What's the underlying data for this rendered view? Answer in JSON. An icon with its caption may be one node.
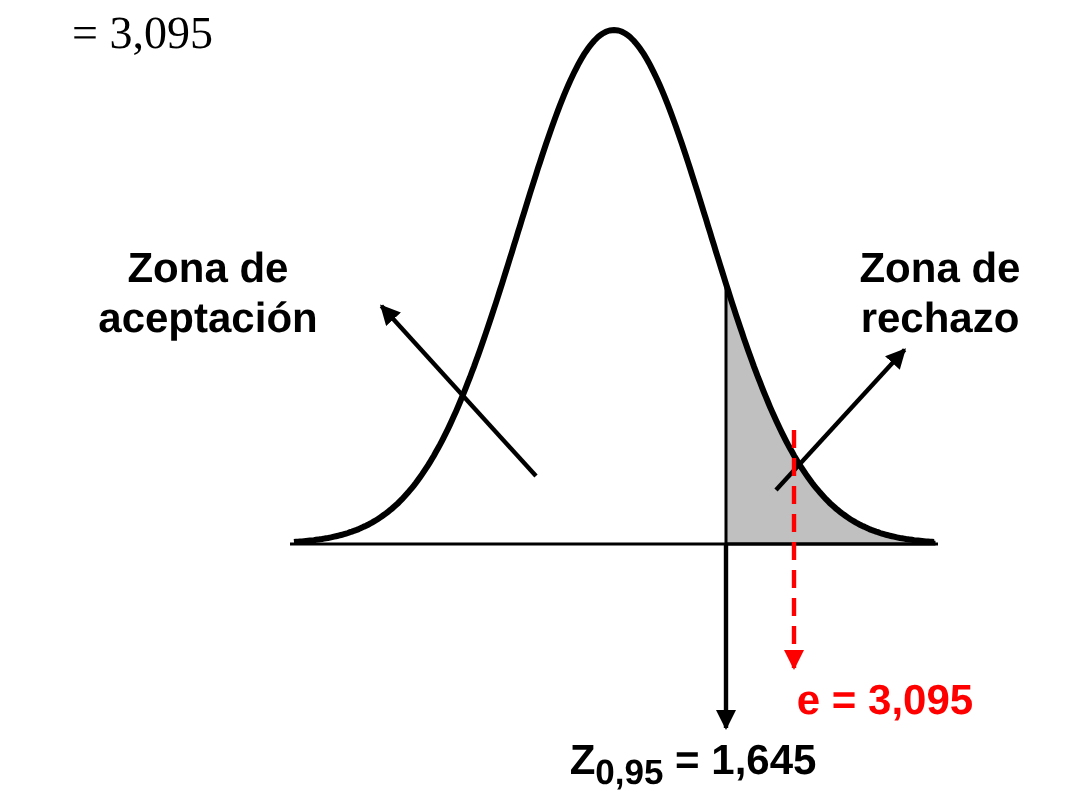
{
  "diagram": {
    "nodes": [
      {
        "text": [
          "Zona de aceptación"
        ]
      },
      {
        "text": [
          "Zona de rechazo"
        ]
      },
      {
        "text": [
          "e = 3,095"
        ]
      },
      {
        "text": [
          "Z$_{0,95}$ = 1,645"
        ]
      },
      {
        "text": [],
        "shape": "area"
      }
    ],
    "edges": [
      {
        "from": null,
        "to": 0,
        "arrow": "to"
      },
      {
        "from": 4,
        "to": 1,
        "arrow": "to"
      },
      {
        "from": 4,
        "to": 2,
        "arrow": "to",
        "style": "dashed",
        "color": "#ff0000"
      },
      {
        "from": 4,
        "to": 3,
        "arrow": "to"
      }
    ],
    "labels": [
      "= 3,095"
    ]
  }
}
